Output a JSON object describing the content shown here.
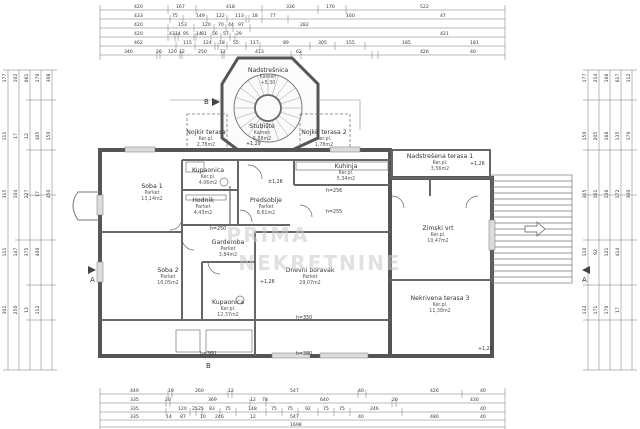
{
  "watermark": {
    "line1": "PRIMA",
    "line2": "NEKRETNINE"
  },
  "rooms": {
    "nadstresnica_top": {
      "name": "Nadstrešnica",
      "floor": "Kamen",
      "area": "",
      "level": "+5,30"
    },
    "stubiste": {
      "name": "Stubište",
      "floor": "Kamen",
      "area": "6,38m2"
    },
    "terasa_left": {
      "name": "Nojkir terasa",
      "floor": "Ker.pl.",
      "area": "2,78m2"
    },
    "terasa_right": {
      "name": "Nojkir terasa 2",
      "floor": "Ker.pl.",
      "area": "1,78m2"
    },
    "kupaonica_top": {
      "name": "Kupaonica",
      "floor": "Ker.pl.",
      "area": "4,06m2"
    },
    "soba1": {
      "name": "Soba 1",
      "floor": "Parket",
      "area": "13,14m2"
    },
    "hodnik": {
      "name": "Hodnik",
      "floor": "Parket",
      "area": "4,43m2"
    },
    "predsoblje": {
      "name": "Predsoblje",
      "floor": "Parket",
      "area": "8,61m2"
    },
    "kuhinja": {
      "name": "Kuhinja",
      "floor": "Ker.pl.",
      "area": "5,34m2"
    },
    "nadstresena_terasa": {
      "name": "Nadstrešena terasa 1",
      "floor": "Ker.pl.",
      "area": "3,56m2"
    },
    "garderoba": {
      "name": "Garderoba",
      "floor": "Parket",
      "area": "3,84m2"
    },
    "dnevni": {
      "name": "Dnevni boravak",
      "floor": "Parket",
      "area": "29,07m2"
    },
    "zimski_vrt": {
      "name": "Zimski vrt",
      "floor": "Ker.pl.",
      "area": "10,47m2"
    },
    "soba2": {
      "name": "Soba 2",
      "floor": "Parket",
      "area": "16,05m2"
    },
    "kupaonica_bottom": {
      "name": "Kupaonica",
      "floor": "Ker.pl.",
      "area": "12,37m2"
    },
    "nekrivena_terasa3": {
      "name": "Nekrivena terasa 3",
      "floor": "Ker.pl.",
      "area": "11,38m2"
    }
  },
  "levels": {
    "hall": "±1,26",
    "right": "+1,26",
    "right_bottom": "+1,26",
    "top": "+1,29",
    "dnevni": "+1,26"
  },
  "section_marks": {
    "a": "A",
    "b": "B"
  },
  "openings": {
    "h1": "h=256",
    "h2": "h=255",
    "h3": "h=250",
    "h4": "h=350",
    "h5": "h=380",
    "h6": "h=360"
  },
  "dims_top": {
    "row1": [
      "420",
      "167",
      "418",
      "336",
      "170",
      "522"
    ],
    "row2": [
      "433",
      "75",
      "149",
      "122",
      "113",
      "18",
      "77",
      "160",
      "47"
    ],
    "row3": [
      "420",
      "153",
      "120",
      "70",
      "44",
      "97",
      "282"
    ],
    "row4": [
      "420",
      "43",
      "14",
      "95",
      "14",
      "91",
      "56",
      "57",
      "29",
      "421"
    ],
    "row5": [
      "462",
      "115",
      "124",
      "18",
      "55",
      "117",
      "89",
      "305",
      "155",
      "185",
      "181"
    ],
    "row6": [
      "346",
      "20",
      "120",
      "12",
      "250",
      "12",
      "413",
      "62",
      "426",
      "40"
    ]
  },
  "dims_bottom": {
    "row1": [
      "449",
      "19",
      "260",
      "12",
      "547",
      "40",
      "426",
      "40"
    ],
    "row2": [
      "335",
      "20",
      "369",
      "12",
      "78",
      "640",
      "20",
      "430"
    ],
    "row3": [
      "335",
      "120",
      "25",
      "25",
      "83",
      "75",
      "148",
      "75",
      "75",
      "92",
      "75",
      "75",
      "246",
      "40"
    ],
    "row4": [
      "335",
      "14",
      "87",
      "10",
      "246",
      "12",
      "547",
      "40",
      "480",
      "40"
    ],
    "row5": [
      "1698"
    ]
  },
  "dims_left": [
    "177",
    "111",
    "315",
    "111",
    "301",
    "102",
    "17",
    "104",
    "147",
    "250",
    "661",
    "12",
    "227",
    "375",
    "12",
    "170",
    "305",
    "17",
    "400",
    "112",
    "308",
    "150",
    "450"
  ],
  "dims_right": [
    "177",
    "150",
    "315",
    "110",
    "132",
    "214",
    "205",
    "161",
    "92",
    "171",
    "166",
    "166",
    "136",
    "121",
    "170",
    "617",
    "135",
    "172",
    "414",
    "17",
    "112",
    "170",
    "300"
  ]
}
